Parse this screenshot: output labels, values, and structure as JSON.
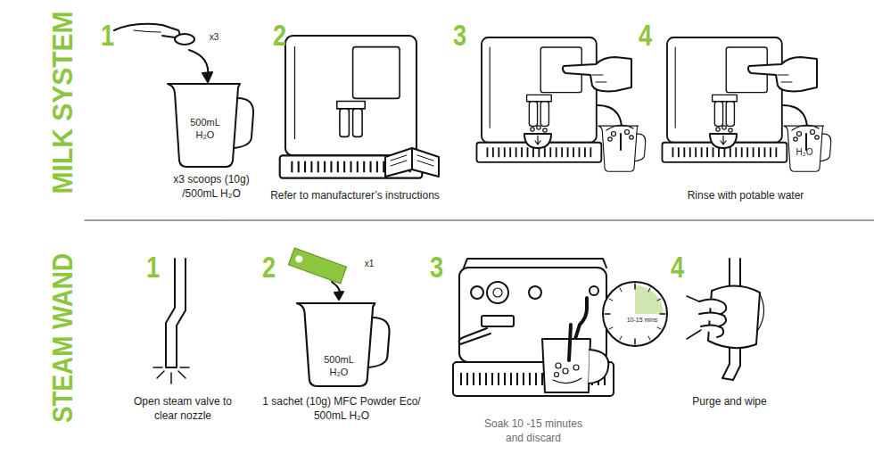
{
  "diagram": {
    "labels": [
      "MILK SYSTEM",
      "1",
      "x3",
      "500mL H₂O",
      "x3 scoops (10g) /500mL H₂O",
      "2",
      "Refer to manufacturer’s instructions",
      "3",
      "4",
      "H₂O",
      "Rinse with potable water",
      "STEAM WAND",
      "1",
      "Open steam valve to clear nozzle",
      "2",
      "x1",
      "500mL H₂O",
      "1 sachet (10g) MFC Powder Eco/ 500mL H₂O",
      "3",
      "10-15 mins",
      "Soak 10 -15 minutes and discard",
      "4",
      "Purge and wipe"
    ]
  }
}
